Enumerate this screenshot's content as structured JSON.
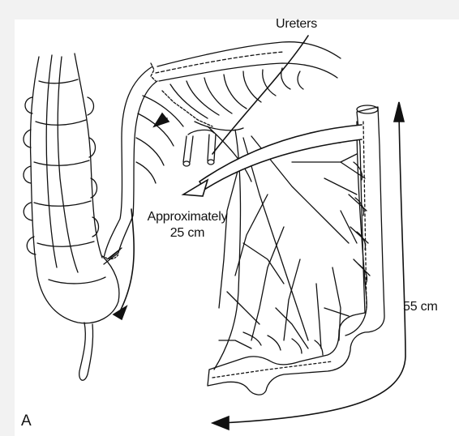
{
  "labels": {
    "ureters": "Ureters",
    "distance_line1": "Approximately",
    "distance_line2": "25 cm",
    "length": "55 cm",
    "panel": "A"
  },
  "colors": {
    "background": "#f2f2f2",
    "paper": "#ffffff",
    "ink": "#111111"
  }
}
